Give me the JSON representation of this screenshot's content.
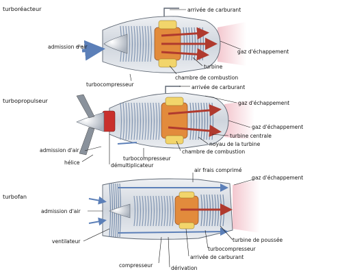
{
  "colors": {
    "casing": "#d9dde3",
    "casing_edge": "#5b6470",
    "blade": "#b4c2d6",
    "blade_dark": "#6f86a6",
    "blue_arrow": "#5b7fb8",
    "combustion_orange": "#e28b3c",
    "combustion_red": "#b03a2e",
    "fuel_yellow": "#f2d56b",
    "exhaust_pink": "#f3c4cc",
    "propeller_red": "#c9302c"
  },
  "sections": {
    "turbojet": {
      "title": "turboréacteur",
      "labels": {
        "fuel_inlet": "arrivée de carburant",
        "air_inlet": "admission d'air",
        "exhaust": "gaz d'échappement",
        "turbine": "turbine",
        "combustion_chamber": "chambre de combustion",
        "compressor": "turbocompresseur"
      }
    },
    "turboprop": {
      "title": "turbopropulseur",
      "labels": {
        "fuel_inlet": "arrivée de carburant",
        "exhaust": "gaz d'échappement",
        "central_turbine": "turbine centrale",
        "turbine_core": "noyau de la turbine",
        "combustion_chamber": "chambre de combustion",
        "compressor": "turbocompresseur",
        "air_inlet": "admission d'air",
        "propeller": "hélice",
        "reduction_gear": "démultiplicateur"
      }
    },
    "turbofan": {
      "title": "turbofan",
      "labels": {
        "compressed_air": "air frais comprimé",
        "exhaust": "gaz d'échappement",
        "air_inlet": "admission d'air",
        "fan": "ventilateur",
        "thrust_turbine": "turbine de poussée",
        "compressor_turbo": "turbocompresseur",
        "fuel_inlet": "arrivée de carburant",
        "compressor": "compresseur",
        "bypass": "dérivation"
      }
    }
  }
}
